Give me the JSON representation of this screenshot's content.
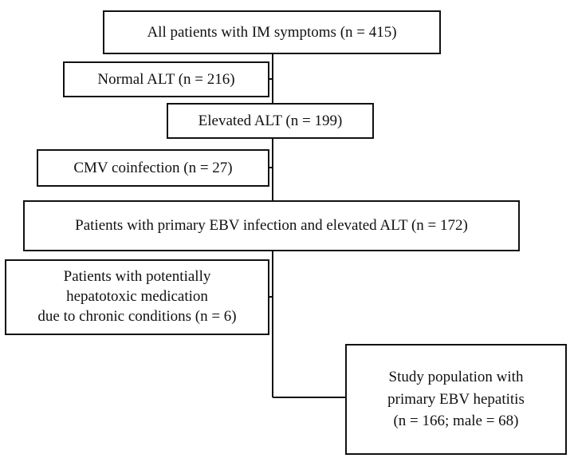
{
  "flowchart": {
    "all_patients": "All patients with IM symptoms (n = 415)",
    "normal_alt": "Normal ALT (n = 216)",
    "elevated_alt": "Elevated ALT (n = 199)",
    "cmv_coinfection": "CMV coinfection (n = 27)",
    "primary_ebv": "Patients with primary EBV infection and elevated ALT (n = 172)",
    "hepatotoxic_medication": [
      "Patients with potentially",
      "hepatotoxic medication",
      "due to chronic conditions (n = 6)"
    ],
    "study_population": [
      "Study population with",
      "primary EBV hepatitis",
      "(n = 166; male = 68)"
    ]
  },
  "colors": {
    "line": "#111111",
    "background": "#ffffff"
  }
}
